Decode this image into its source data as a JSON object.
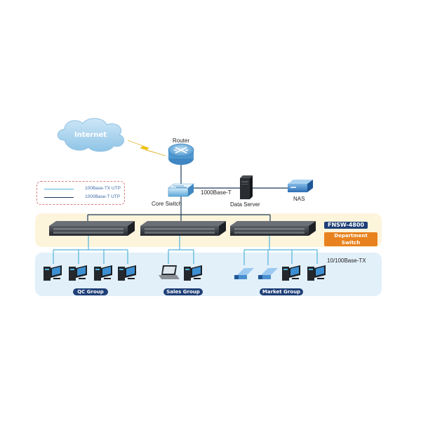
{
  "labels": {
    "internet": "Internet",
    "router": "Router",
    "core_switch": "Core Switch",
    "link_1000": "1000Base-T",
    "data_server": "Data Server",
    "nas": "NAS",
    "product_model": "FNSW-4800",
    "department_switch": "Department Switch",
    "link_10_100": "10/100Base-TX",
    "qc_group": "QC Group",
    "sales_group": "Sales Group",
    "market_group": "Market Group"
  },
  "legend": [
    {
      "label": "100Base-TX UTP",
      "color": "#4fb3d9"
    },
    {
      "label": "1000Base-T UTP",
      "color": "#1a3a5c"
    }
  ],
  "colors": {
    "cloud": "#a9d4ee",
    "band_yellow": "#fdf4dc",
    "band_blue": "#e2f0fa",
    "navy_badge": "#1e3f77",
    "orange_badge": "#e8821e",
    "link_blue": "#4fb3d9"
  }
}
